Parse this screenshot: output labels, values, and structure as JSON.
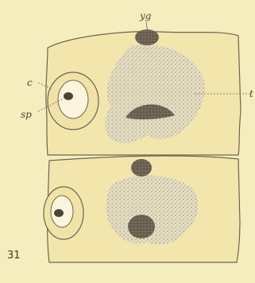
{
  "figure_number": "31",
  "labels": {
    "yg": "yg",
    "c": "c",
    "sp": "sp",
    "right_edge": "t"
  },
  "colors": {
    "background": "#f6edbe",
    "section_fill": "#f3e6ad",
    "outline": "#6b6450",
    "stipple": "#d9d2b2",
    "dark_mass": "#6b5f50"
  }
}
